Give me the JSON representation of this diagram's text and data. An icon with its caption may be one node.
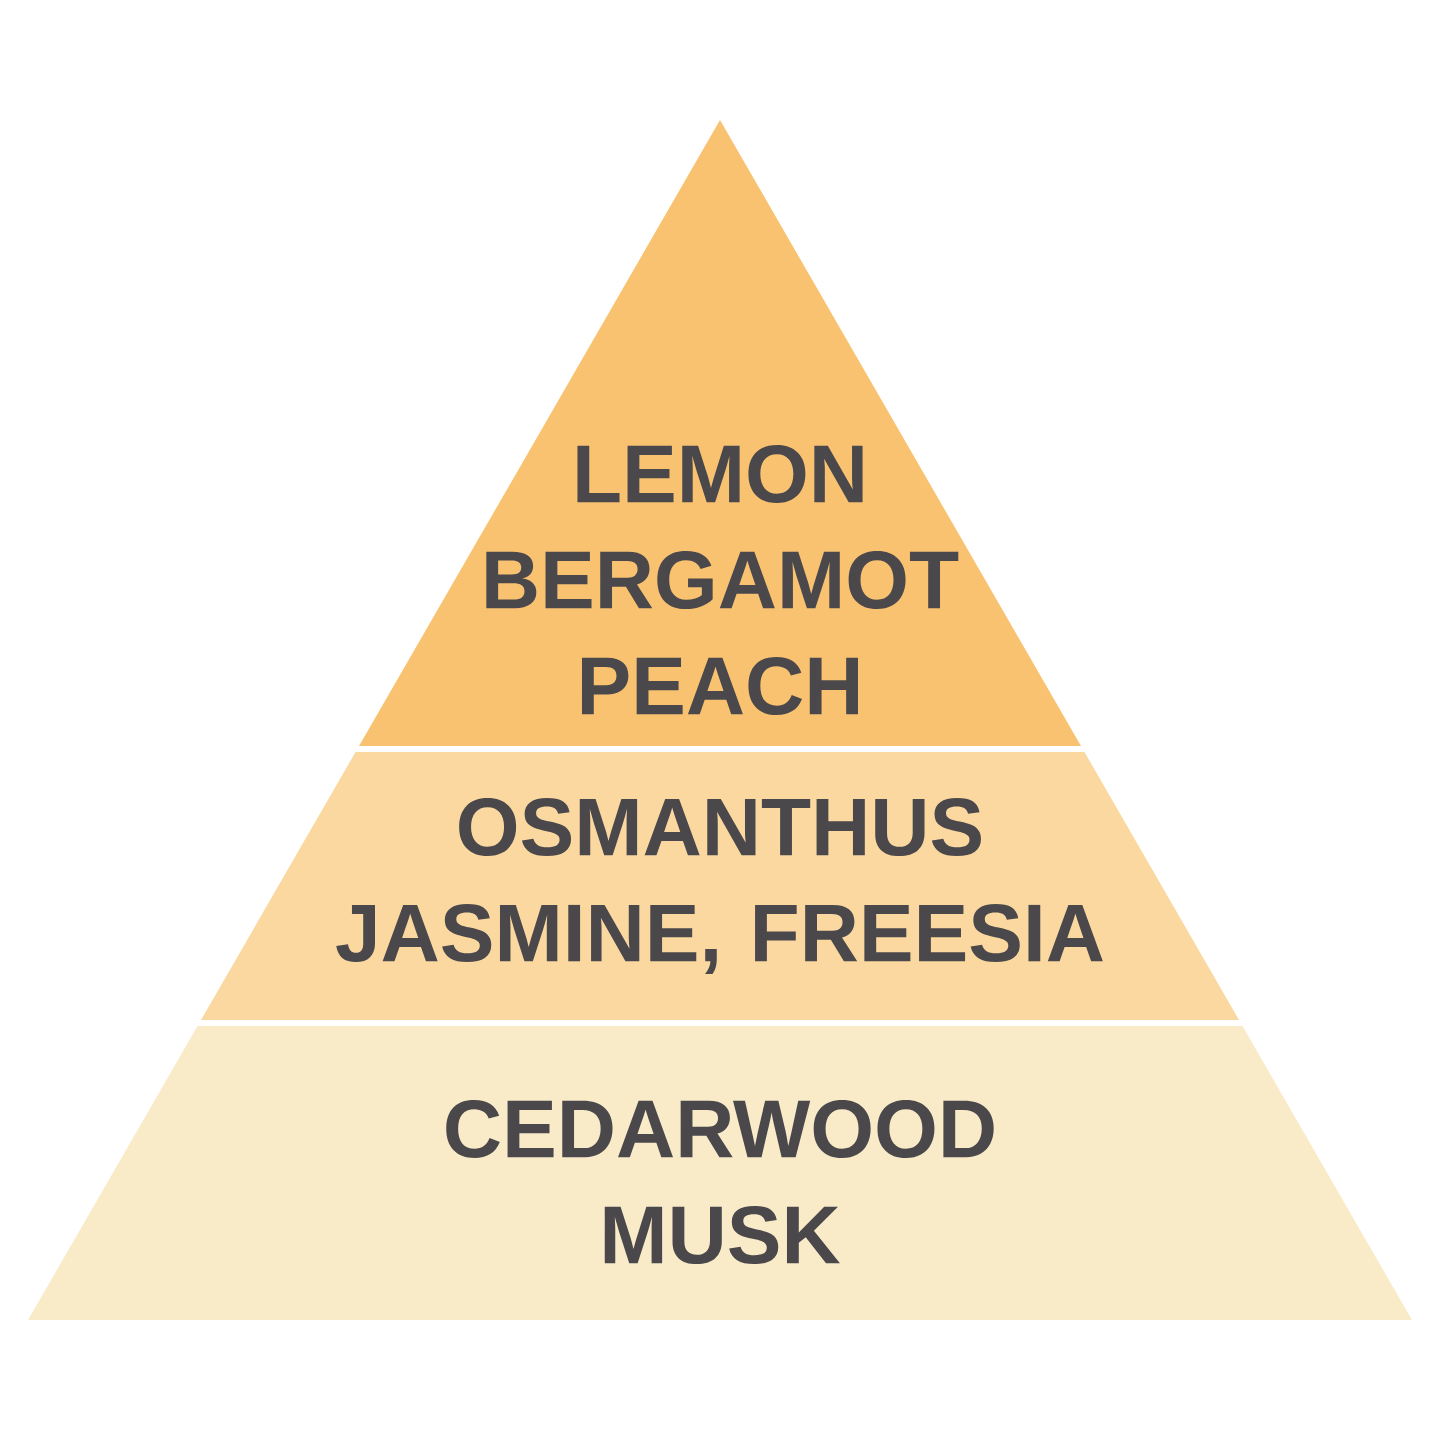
{
  "diagram": {
    "nodes": [
      {
        "text": [
          "LEMON BERGAMOT PEACH"
        ]
      },
      {
        "text": [
          "OSMANTHUS JASMINE, FREESIA"
        ]
      },
      {
        "text": [
          "CEDARWOOD MUSK"
        ]
      }
    ]
  }
}
